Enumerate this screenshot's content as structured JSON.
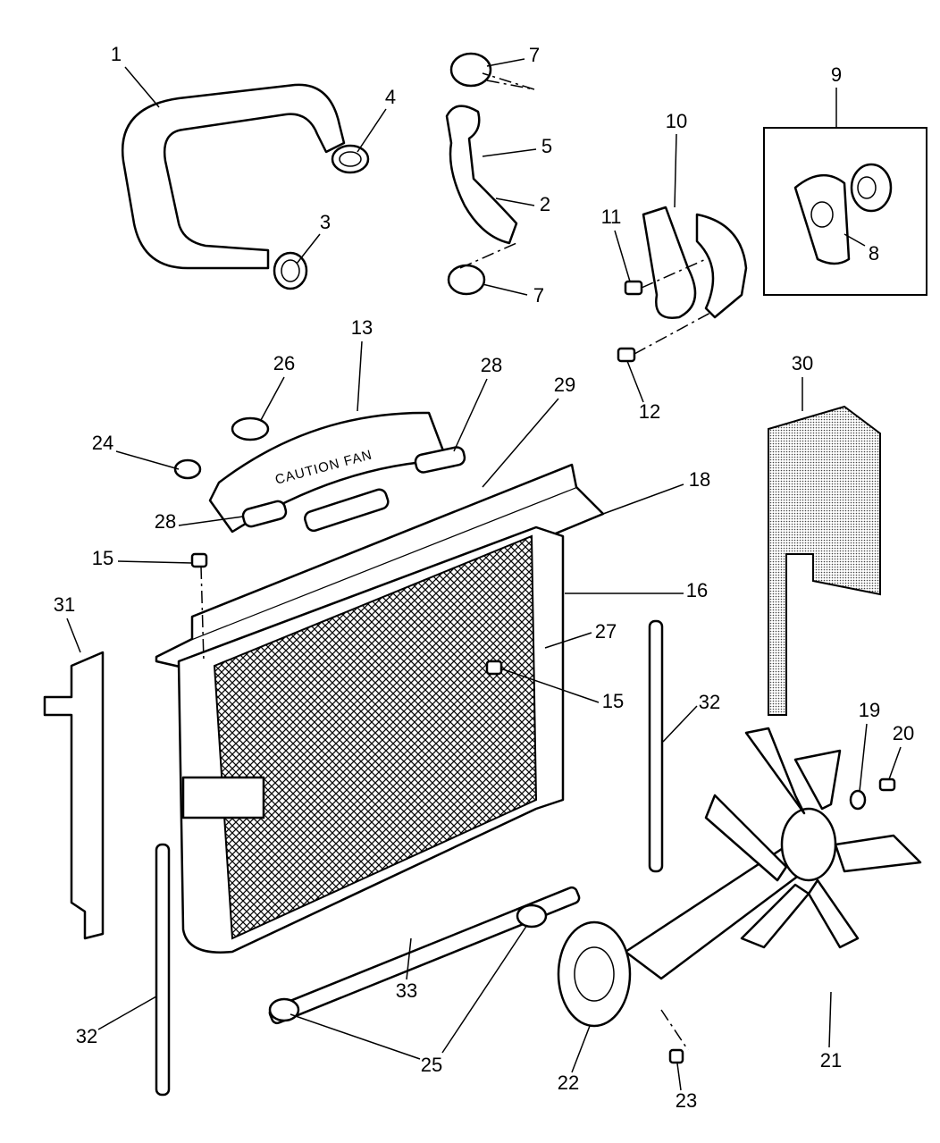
{
  "diagram": {
    "decal_text": "CAUTION FAN",
    "labels": {
      "l1": "1",
      "l2": "2",
      "l3": "3",
      "l4": "4",
      "l5": "5",
      "l7a": "7",
      "l7b": "7",
      "l8": "8",
      "l9": "9",
      "l10": "10",
      "l11": "11",
      "l12": "12",
      "l13": "13",
      "l15a": "15",
      "l15b": "15",
      "l16": "16",
      "l18": "18",
      "l19": "19",
      "l20": "20",
      "l21": "21",
      "l22": "22",
      "l23": "23",
      "l24": "24",
      "l25": "25",
      "l26": "26",
      "l27": "27",
      "l28a": "28",
      "l28b": "28",
      "l29": "29",
      "l30": "30",
      "l31": "31",
      "l32a": "32",
      "l32b": "32",
      "l33": "33"
    }
  }
}
